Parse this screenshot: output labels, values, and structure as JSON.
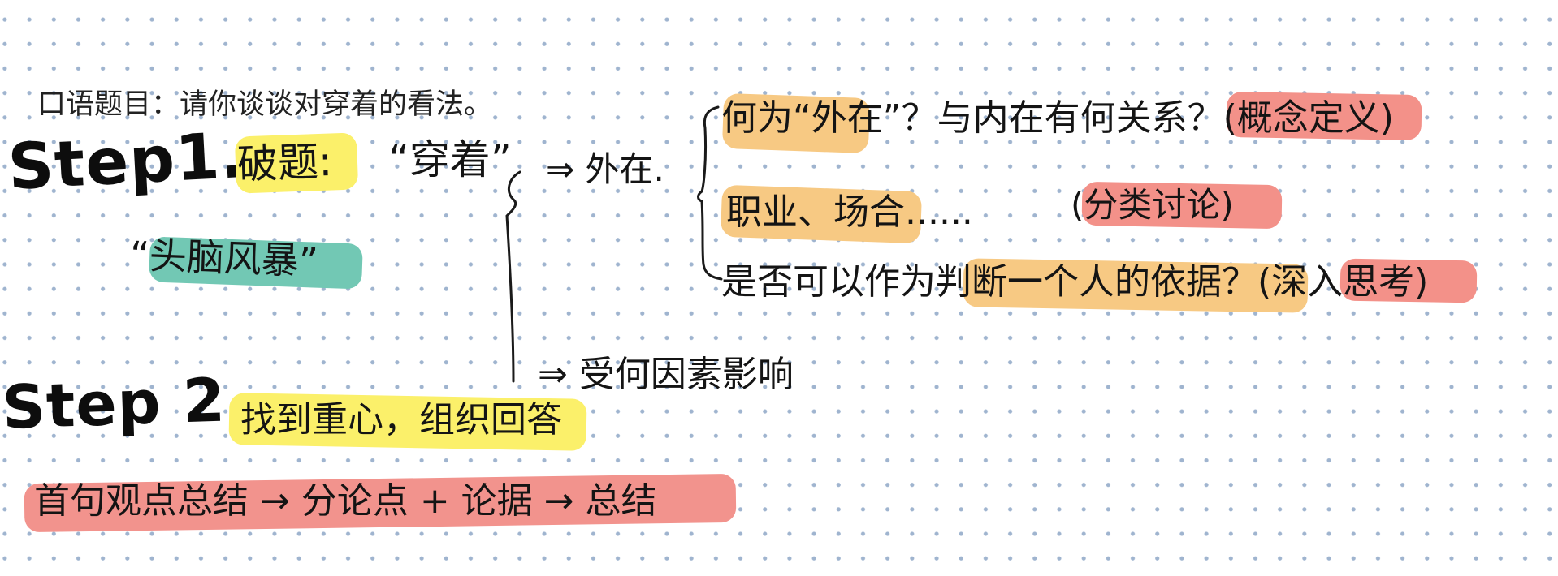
{
  "colors": {
    "yellow": "#fbf06a",
    "orange": "#f7c983",
    "red": "#f39189",
    "salmon": "#f2938d",
    "teal": "#72c8b4",
    "dots": "#9fb4cf",
    "ink": "#141414"
  },
  "header": {
    "prompt": "口语题目：请你谈谈对穿着的看法。"
  },
  "step1": {
    "label": "Step1.",
    "breaking": "破题:",
    "keyword": "“穿着”",
    "arrow_outer": "⇒ 外在.",
    "brainstorm": "“头脑风暴”",
    "branches": [
      {
        "text": "何为“外在”？与内在有何关系？(",
        "tag": "概念定义",
        "close": ")"
      },
      {
        "text": "职业、场合......",
        "tag": "(分类讨论)",
        "close": ""
      },
      {
        "text": "是否可以作为",
        "emphasis": "判断一个人的依据",
        "tail": "？(",
        "tag": "深入思考",
        "close": ")"
      }
    ],
    "factors": "⇒ 受何因素影响"
  },
  "step2": {
    "label": "Step 2.",
    "focus": "找到重心，组织回答",
    "structure": "首句观点总结 → 分论点 + 论据 → 总结"
  }
}
